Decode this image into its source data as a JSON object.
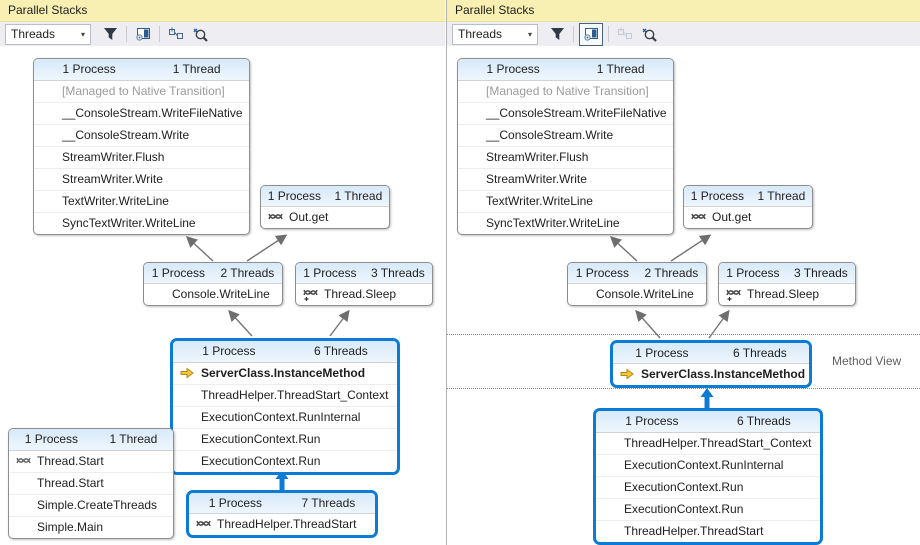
{
  "colors": {
    "accent_blue": "#0c7bd6",
    "title_bar_yellow": "#f8f0b2",
    "box_header_blue": "#d7e9f9",
    "arrow_gray": "#6e6e6e"
  },
  "panels": {
    "left": {
      "title": "Parallel Stacks",
      "toolbar": {
        "combo_value": "Threads",
        "icons": [
          "filter-funnel",
          "method-view-toggle",
          "autoscroll-to-current-frame",
          "zoom-control"
        ]
      },
      "boxes": {
        "top": {
          "process": "1 Process",
          "threads": "1 Thread",
          "rows": [
            "[Managed to Native Transition]",
            "__ConsoleStream.WriteFileNative",
            "__ConsoleStream.Write",
            "StreamWriter.Flush",
            "StreamWriter.Write",
            "TextWriter.WriteLine",
            "SyncTextWriter.WriteLine"
          ]
        },
        "outget": {
          "process": "1 Process",
          "threads": "1 Thread",
          "method": "Out.get"
        },
        "console": {
          "process": "1 Process",
          "threads": "2 Threads",
          "method": "Console.WriteLine"
        },
        "sleep": {
          "process": "1 Process",
          "threads": "3 Threads",
          "method": "Thread.Sleep"
        },
        "server": {
          "process": "1 Process",
          "threads": "6 Threads",
          "rows": [
            "ServerClass.InstanceMethod",
            "ThreadHelper.ThreadStart_Context",
            "ExecutionContext.RunInternal",
            "ExecutionContext.Run",
            "ExecutionContext.Run"
          ]
        },
        "main": {
          "process": "1 Process",
          "threads": "1 Thread",
          "rows": [
            "Thread.Start",
            "Thread.Start",
            "Simple.CreateThreads",
            "Simple.Main"
          ]
        },
        "threadstart": {
          "process": "1 Process",
          "threads": "7 Threads",
          "method": "ThreadHelper.ThreadStart"
        }
      }
    },
    "right": {
      "title": "Parallel Stacks",
      "method_view_label": "Method View",
      "toolbar": {
        "combo_value": "Threads",
        "icons": [
          "filter-funnel",
          "method-view-toggle (pressed)",
          "autoscroll-to-current-frame (disabled)",
          "zoom-control"
        ]
      },
      "boxes": {
        "top": {
          "process": "1 Process",
          "threads": "1 Thread",
          "rows": [
            "[Managed to Native Transition]",
            "__ConsoleStream.WriteFileNative",
            "__ConsoleStream.Write",
            "StreamWriter.Flush",
            "StreamWriter.Write",
            "TextWriter.WriteLine",
            "SyncTextWriter.WriteLine"
          ]
        },
        "outget": {
          "process": "1 Process",
          "threads": "1 Thread",
          "method": "Out.get"
        },
        "console": {
          "process": "1 Process",
          "threads": "2 Threads",
          "method": "Console.WriteLine"
        },
        "sleep": {
          "process": "1 Process",
          "threads": "3 Threads",
          "method": "Thread.Sleep"
        },
        "server": {
          "process": "1 Process",
          "threads": "6 Threads",
          "method": "ServerClass.InstanceMethod"
        },
        "stack": {
          "process": "1 Process",
          "threads": "6 Threads",
          "rows": [
            "ThreadHelper.ThreadStart_Context",
            "ExecutionContext.RunInternal",
            "ExecutionContext.Run",
            "ExecutionContext.Run",
            "ThreadHelper.ThreadStart"
          ]
        }
      }
    }
  }
}
